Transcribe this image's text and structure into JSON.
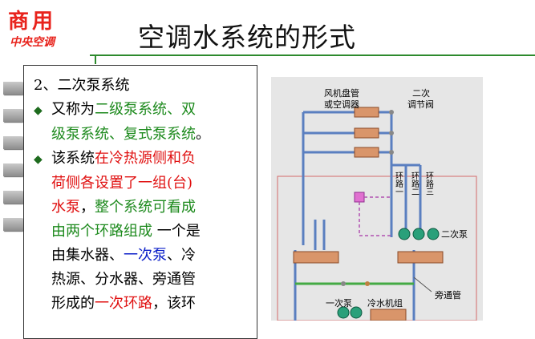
{
  "logo": {
    "top": "商用",
    "bottom": "中央空调"
  },
  "title": "空调水系统的形式",
  "panel": {
    "heading": "2、二次泵系统",
    "b1": {
      "t1": "又称为",
      "t2": "二级泵系统、双",
      "t3": "级泵系统、复式泵系统",
      "t4": "。"
    },
    "b2": {
      "t1": "该系统",
      "t2": "在冷热源侧和负",
      "t3": "荷侧各设置了一组(台)",
      "t4": "水泵",
      "t5": "，",
      "t6": "整个系统可看成",
      "t7": "由两个环路组成",
      "t8": "一个是",
      "t9": "由集水器、",
      "t10": "一次泵",
      "t11": "、冷",
      "t12": "热源、分水器、旁通管",
      "t13": "形成的",
      "t14": "一次环路",
      "t15": "，该环"
    }
  },
  "diagram": {
    "label_fan": "风机盘管",
    "label_fan2": "或空调器",
    "label_valve": "二次",
    "label_valve2": "调节阀",
    "label_loop1": "环路一",
    "label_loop2": "环路二",
    "label_loop3": "环路三",
    "label_pump2": "二次泵",
    "label_bypass": "旁通管",
    "label_pump1": "一次泵",
    "label_chiller": "冷水机组"
  },
  "colors": {
    "accent_green": "#1d8a1d",
    "accent_red": "#e01010",
    "accent_blue": "#0a1ec8"
  }
}
